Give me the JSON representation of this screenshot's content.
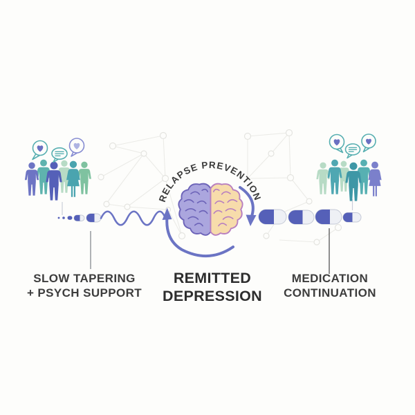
{
  "arc_label": "RELAPSE PREVENTION",
  "labels": {
    "left": {
      "line1": "SLOW TAPERING",
      "line2": "+ PSYCH SUPPORT"
    },
    "center": {
      "line1": "REMITTED",
      "line2": "DEPRESSION"
    },
    "right": {
      "line1": "MEDICATION",
      "line2": "CONTINUATION"
    }
  },
  "icons": {
    "left_group_bubbles": [
      "heart-speech-bubble",
      "chat-lines-speech-bubble",
      "heart-speech-bubble"
    ],
    "right_group_bubbles": [
      "heart-speech-bubble",
      "chat-lines-speech-bubble",
      "heart-speech-bubble"
    ],
    "center_illustration": "split-brain",
    "cycle_illustration": "circular-arrows",
    "left_path_illustration": "tapering-pills-and-wave",
    "right_path_illustration": "capsule-row"
  },
  "counts": {
    "left_group_people": 6,
    "right_group_people": 6,
    "taper_pill_steps": 4,
    "continuation_capsules": 4
  },
  "palette": {
    "background": "#fdfdfb",
    "pill_blue": "#5560b8",
    "pill_white": "#eef0f5",
    "wave_and_arrows": "#6b74c4",
    "brain_left_fill": "#aba6de",
    "brain_left_stroke": "#6c63b8",
    "brain_right_fill": "#f7dcab",
    "brain_right_stroke": "#b87fc0",
    "person_teal": "#57b0b2",
    "person_dark_teal": "#3e97a6",
    "person_blue_purple": "#5560b8",
    "person_green": "#7fc2a0",
    "person_pale_green": "#b7dbc5",
    "text_dark": "#3b3b3b",
    "network_line": "#ebebe7"
  }
}
